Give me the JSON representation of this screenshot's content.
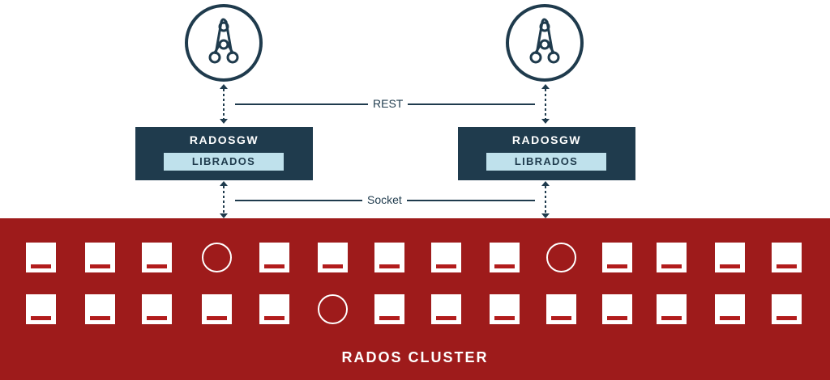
{
  "rest_label": "REST",
  "socket_label": "Socket",
  "gateways": [
    {
      "title": "RADOSGW",
      "library": "LIBRADOS"
    },
    {
      "title": "RADOSGW",
      "library": "LIBRADOS"
    }
  ],
  "clients": [
    {
      "icon": "application-client-icon"
    },
    {
      "icon": "application-client-icon"
    }
  ],
  "cluster": {
    "label": "RADOS CLUSTER",
    "rows": [
      [
        "osd",
        "osd",
        "osd",
        "monitor",
        "osd",
        "osd",
        "osd",
        "osd",
        "osd",
        "monitor",
        "osd",
        "osd",
        "osd",
        "osd"
      ],
      [
        "osd",
        "osd",
        "osd",
        "osd",
        "osd",
        "monitor",
        "osd",
        "osd",
        "osd",
        "osd",
        "osd",
        "osd",
        "osd",
        "osd"
      ]
    ]
  },
  "colors": {
    "navy": "#1f3b4d",
    "light_blue": "#bfe1ec",
    "cluster_red": "#9e1b1b",
    "osd_bar_red": "#b21c1c"
  }
}
